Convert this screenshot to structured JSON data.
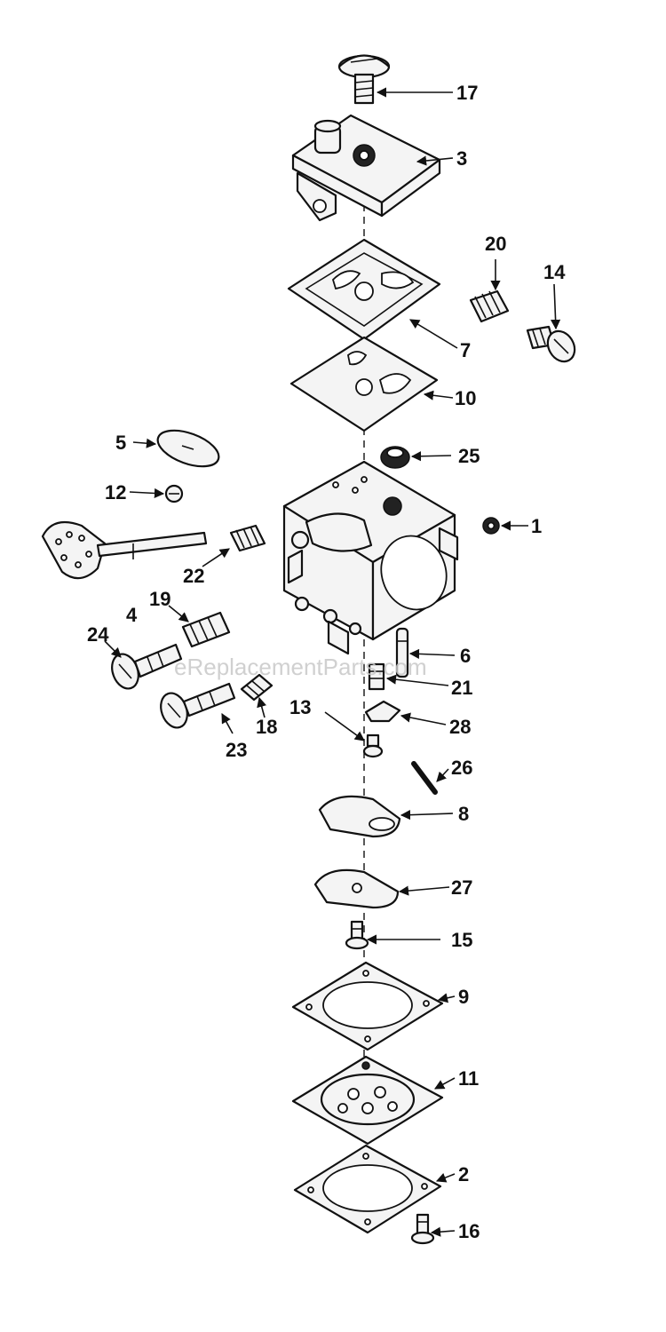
{
  "watermark": "eReplacementParts.com",
  "labels": [
    "17",
    "3",
    "20",
    "14",
    "7",
    "10",
    "5",
    "25",
    "12",
    "1",
    "22",
    "4",
    "19",
    "24",
    "6",
    "21",
    "13",
    "28",
    "18",
    "23",
    "26",
    "8",
    "27",
    "15",
    "9",
    "11",
    "2",
    "16"
  ],
  "colors": {
    "line": "#111111",
    "background": "#ffffff",
    "watermark": "#c8c8c8"
  }
}
